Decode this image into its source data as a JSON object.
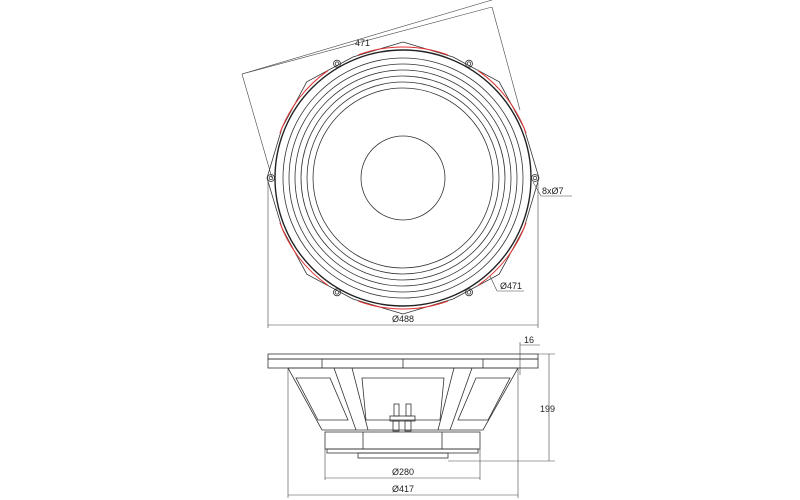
{
  "front_view": {
    "dim_flat": "471",
    "dim_holes": "8xØ7",
    "dim_bolt_circle": "Ø471",
    "dim_outer": "Ø488"
  },
  "side_view": {
    "dim_flange": "16",
    "dim_depth": "199",
    "dim_magnet": "Ø280",
    "dim_basket": "Ø417"
  },
  "colors": {
    "line": "#333333",
    "highlight": "#e03030"
  }
}
